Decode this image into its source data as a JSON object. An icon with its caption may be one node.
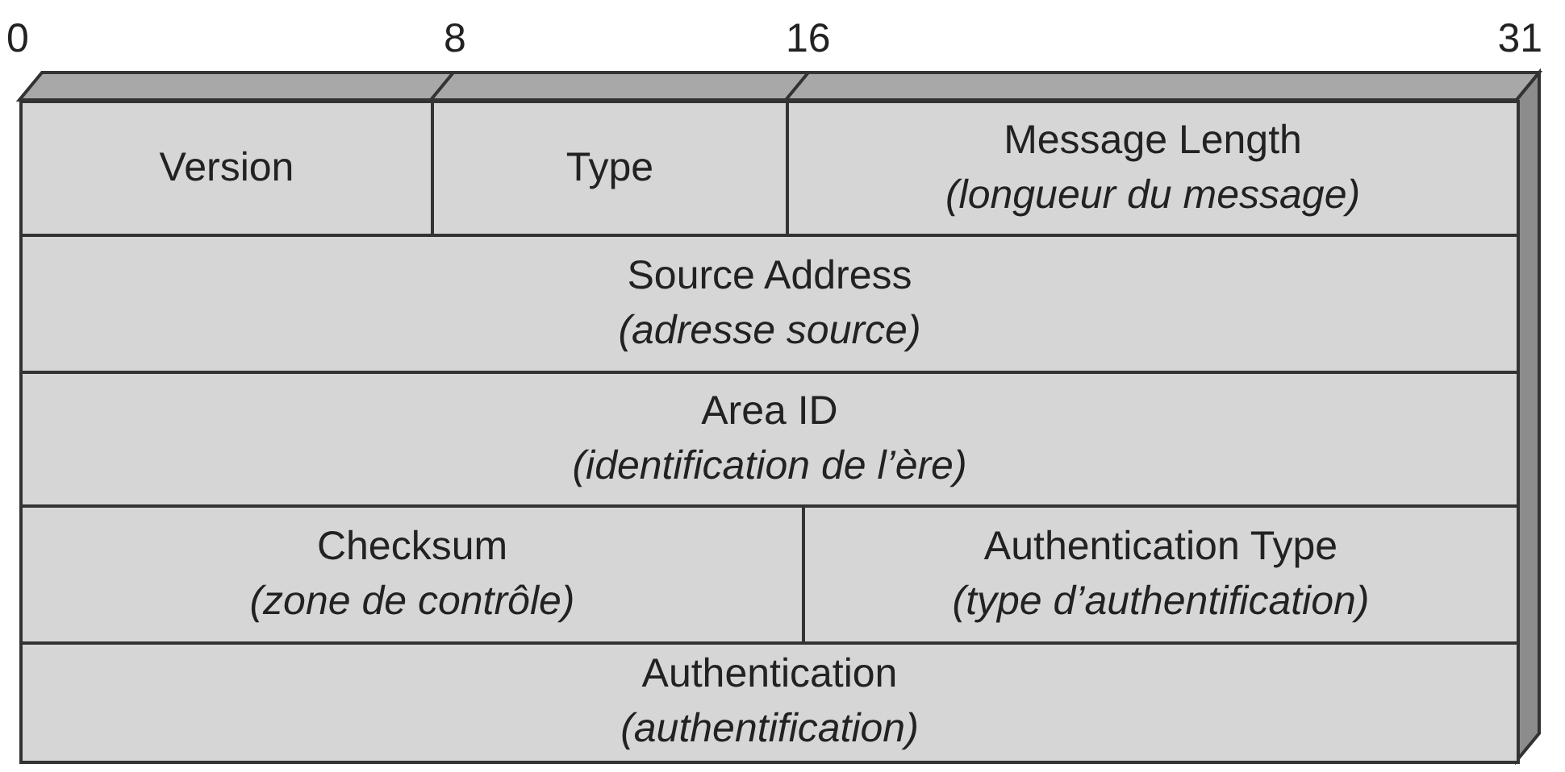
{
  "diagram": {
    "nodes": [
      {
        "text": [
          "Version"
        ]
      },
      {
        "text": [
          "Type"
        ]
      },
      {
        "text": [
          "Message Length",
          "(longueur du message)"
        ]
      },
      {
        "text": [
          "Source Address",
          "(adresse source)"
        ]
      },
      {
        "text": [
          "Area ID",
          "(identification de l’ère)"
        ]
      },
      {
        "text": [
          "Checksum",
          "(zone de contrôle)"
        ]
      },
      {
        "text": [
          "Authentication Type",
          "(type d’authentification)"
        ]
      },
      {
        "text": [
          "Authentication",
          "(authentification)"
        ]
      }
    ],
    "labels": [
      "0",
      "8",
      "16",
      "31"
    ]
  }
}
